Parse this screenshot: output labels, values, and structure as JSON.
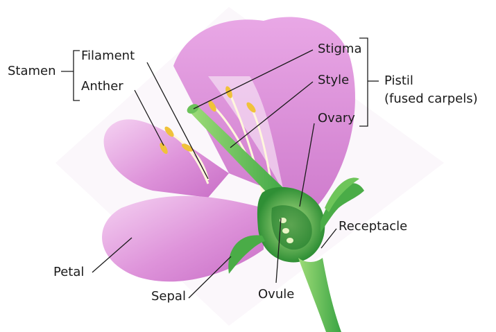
{
  "labels": {
    "stamen": "Stamen",
    "filament": "Filament",
    "anther": "Anther",
    "stigma": "Stigma",
    "style": "Style",
    "ovary": "Ovary",
    "pistil_line1": "Pistil",
    "pistil_line2": "(fused carpels)",
    "receptacle": "Receptacle",
    "petal": "Petal",
    "sepal": "Sepal",
    "ovule": "Ovule"
  },
  "colors": {
    "petal_light": "#f1c2ee",
    "petal_mid": "#dc8ed8",
    "petal_dark": "#c56ac3",
    "green_light": "#8fd46e",
    "green_dark": "#2f9a3a",
    "anther": "#f0c23a",
    "leader_line": "#1a1a1a"
  }
}
